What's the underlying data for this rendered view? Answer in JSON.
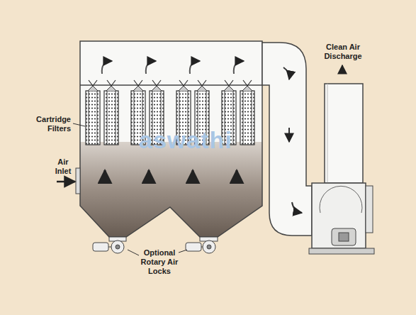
{
  "diagram": {
    "labels": [
      "Cartridge Filters",
      "Air Inlet",
      "Optional Rotary Air Locks",
      "Clean Air Discharge",
      "aswathi"
    ]
  }
}
